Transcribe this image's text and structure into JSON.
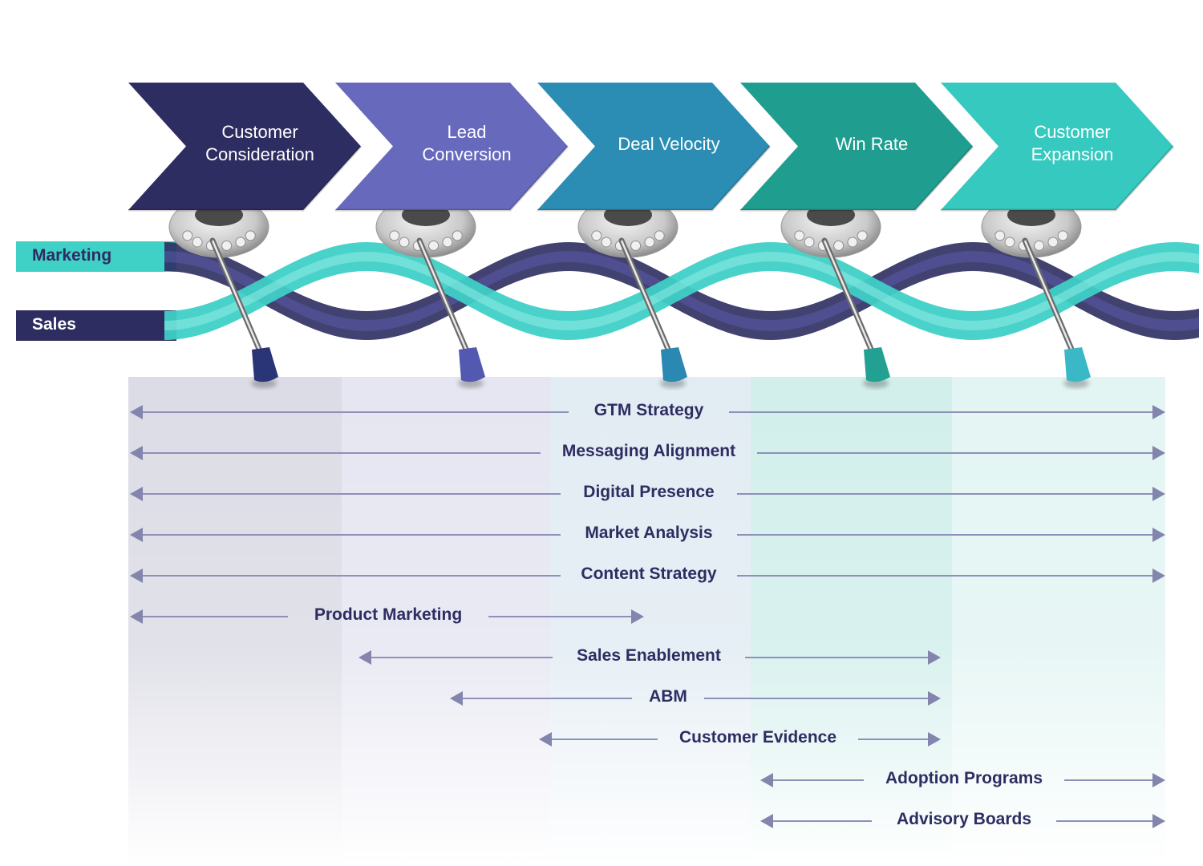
{
  "stages": [
    {
      "lines": [
        "Customer",
        "Consideration"
      ],
      "color": "#2e2d62",
      "knob": "#2a3578"
    },
    {
      "lines": [
        "Lead",
        "Conversion"
      ],
      "color": "#6769bd",
      "knob": "#5358b0"
    },
    {
      "lines": [
        "Deal Velocity"
      ],
      "color": "#2b8db4",
      "knob": "#2a88b3"
    },
    {
      "lines": [
        "Win Rate"
      ],
      "color": "#1f9e90",
      "knob": "#22a092"
    },
    {
      "lines": [
        "Customer",
        "Expansion"
      ],
      "color": "#35c9bf",
      "knob": "#3ab8c6"
    }
  ],
  "bands": {
    "marketing": {
      "label": "Marketing",
      "color": "#3fd0c6",
      "text_color": "#2e2d62"
    },
    "sales": {
      "label": "Sales",
      "color": "#2e2d62",
      "text_color": "#ffffff"
    }
  },
  "activities": [
    {
      "label": "GTM Strategy",
      "from_stage": 1,
      "to_stage": 5
    },
    {
      "label": "Messaging Alignment",
      "from_stage": 1,
      "to_stage": 5
    },
    {
      "label": "Digital Presence",
      "from_stage": 1,
      "to_stage": 5
    },
    {
      "label": "Market Analysis",
      "from_stage": 1,
      "to_stage": 5
    },
    {
      "label": "Content Strategy",
      "from_stage": 1,
      "to_stage": 5
    },
    {
      "label": "Product Marketing",
      "from_stage": 1,
      "to_stage": 3
    },
    {
      "label": "Sales Enablement",
      "from_stage": 2,
      "to_stage": 4
    },
    {
      "label": "ABM",
      "from_stage": 2,
      "to_stage": 4
    },
    {
      "label": "Customer Evidence",
      "from_stage": 3,
      "to_stage": 4
    },
    {
      "label": "Adoption Programs",
      "from_stage": 4,
      "to_stage": 5
    },
    {
      "label": "Advisory Boards",
      "from_stage": 4,
      "to_stage": 5
    }
  ],
  "colors": {
    "arrow_line": "#8e90b8",
    "arrow_head": "#8385ad",
    "label_text": "#2e2d62"
  }
}
